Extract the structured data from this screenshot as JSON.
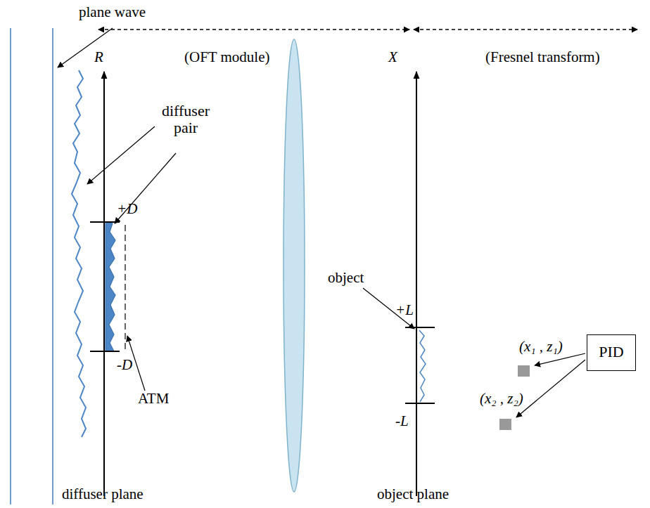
{
  "diagram": {
    "nodes": [
      {
        "text": [
          "PID"
        ]
      }
    ],
    "edges": [],
    "labels": [
      "plane wave",
      "R",
      "(OFT module)",
      "X",
      "(Fresnel transform)",
      "diffuser pair",
      "+D",
      "-D",
      "ATM",
      "object",
      "+L",
      "-L",
      "(x₁ , z₁)",
      "(x₂ , z₂)",
      "diffuser plane",
      "object plane"
    ]
  }
}
